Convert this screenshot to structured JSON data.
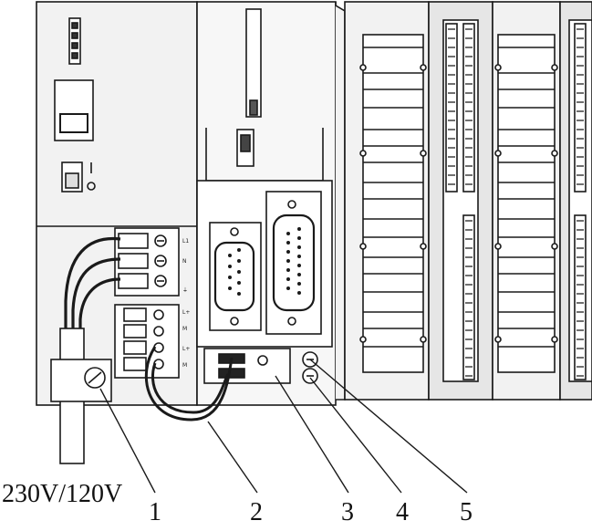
{
  "diagram": {
    "voltage_label": "230V/120V",
    "callouts": [
      "1",
      "2",
      "3",
      "4",
      "5"
    ],
    "terminal_labels_top": [
      "L1",
      "N",
      "⏚"
    ],
    "terminal_labels_bottom": [
      "L+",
      "M",
      "L+",
      "M"
    ]
  }
}
